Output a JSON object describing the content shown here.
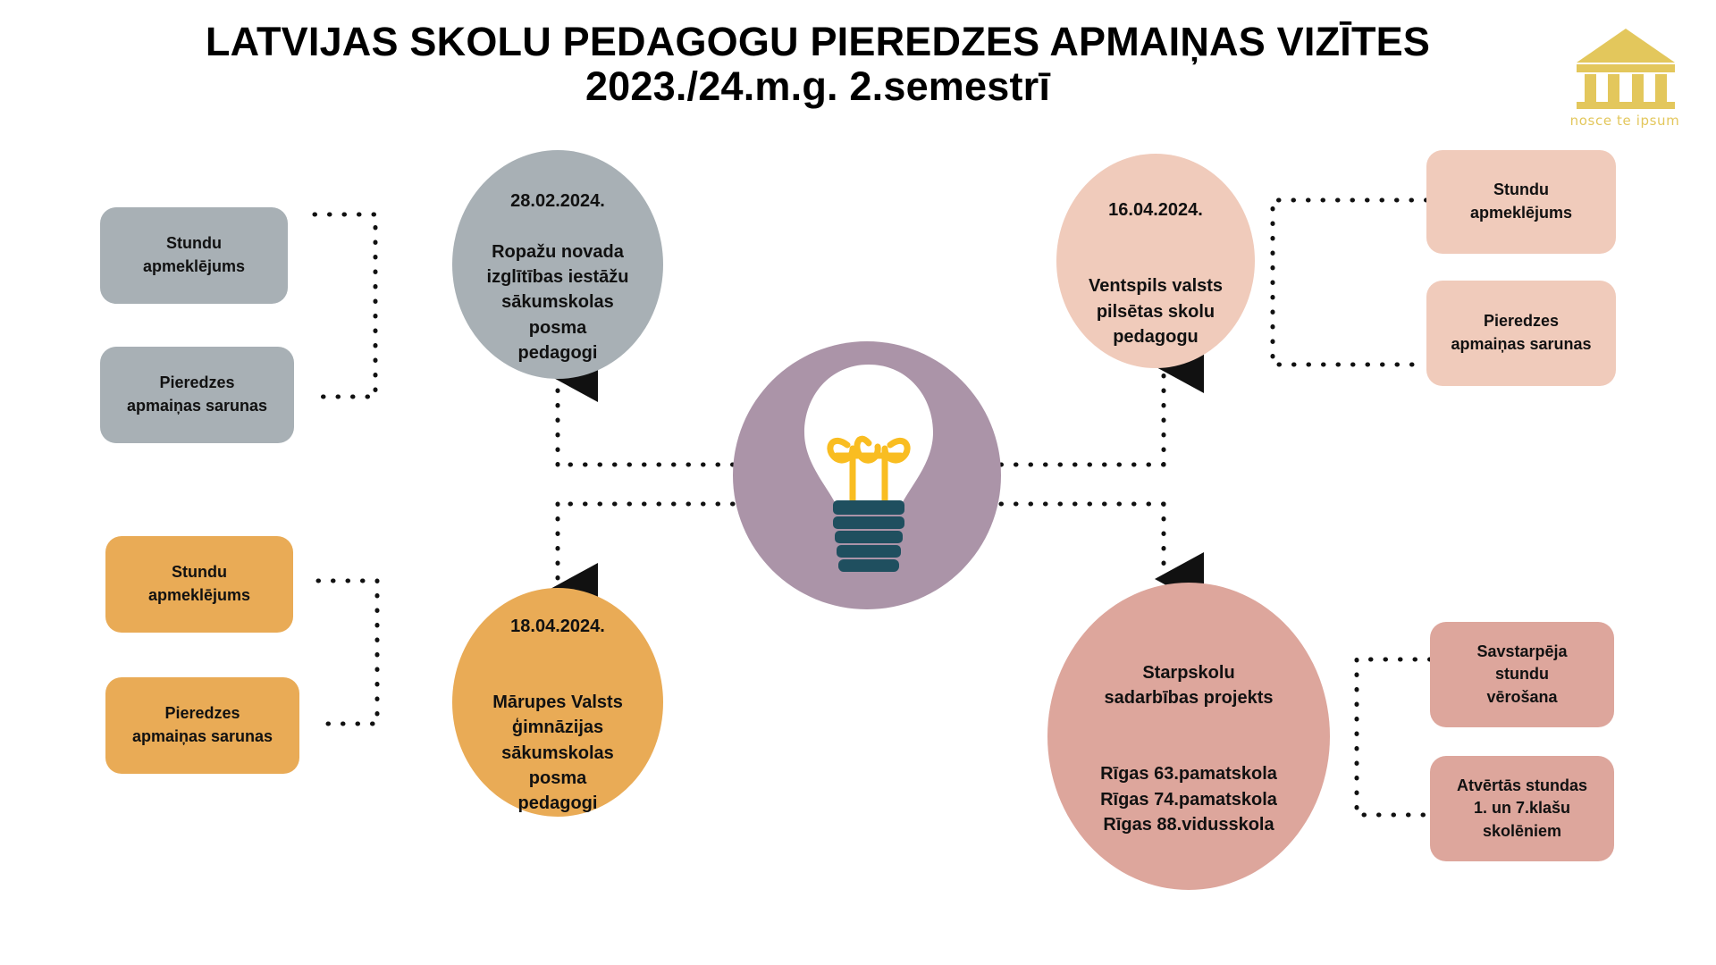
{
  "header": {
    "title_line_1": "LATVIJAS SKOLU PEDAGOGU PIEREDZES APMAIŅAS VIZĪTES",
    "title_line_2": "2023./24.m.g. 2.semestrī"
  },
  "logo": {
    "caption": "nosce te ipsum",
    "icon": "classical-temple-icon",
    "color": "#e3c75c"
  },
  "hub": {
    "icon": "lightbulb-icon",
    "circle_color": "#ab94a8",
    "bulb_glass_color": "#ffffff",
    "bulb_filament_color": "#f9bd21",
    "bulb_base_color": "#1f4f5f"
  },
  "colors": {
    "gray": "#a8b0b5",
    "orange": "#e9ab56",
    "light_pink": "#f0cbbb",
    "dark_pink": "#dda69c",
    "connector": "#111111"
  },
  "nodes": [
    {
      "id": "ropazi",
      "date": "28.02.2024.",
      "body": "Ropažu novada\nizglītības iestāžu\nsākumskolas\nposma\npedagogi",
      "color": "#a8b0b5"
    },
    {
      "id": "marupe",
      "date": "18.04.2024.",
      "body": "Mārupes Valsts\nģimnāzijas\nsākumskolas\nposma\npedagogi",
      "color": "#e9ab56"
    },
    {
      "id": "ventspils",
      "date": "16.04.2024.",
      "body": "Ventspils valsts\npilsētas skolu\npedagogu",
      "color": "#f0cbbb"
    },
    {
      "id": "starpskolu",
      "date": "Starpskolu\nsadarbības projekts",
      "body": "Rīgas 63.pamatskola\nRīgas 74.pamatskola\nRīgas 88.vidusskola",
      "color": "#dda69c"
    }
  ],
  "activities": {
    "gray": [
      {
        "label": "Stundu\napmeklējums"
      },
      {
        "label": "Pieredzes\napmaiņas sarunas"
      }
    ],
    "orange": [
      {
        "label": "Stundu\napmeklējums"
      },
      {
        "label": "Pieredzes\napmaiņas sarunas"
      }
    ],
    "light_pink": [
      {
        "label": "Stundu\napmeklējums"
      },
      {
        "label": "Pieredzes\napmaiņas sarunas"
      }
    ],
    "dark_pink": [
      {
        "label": "Savstarpēja\nstundu\nvērošana"
      },
      {
        "label": "Atvērtās stundas\n1. un 7.klašu\nskolēniem"
      }
    ]
  }
}
